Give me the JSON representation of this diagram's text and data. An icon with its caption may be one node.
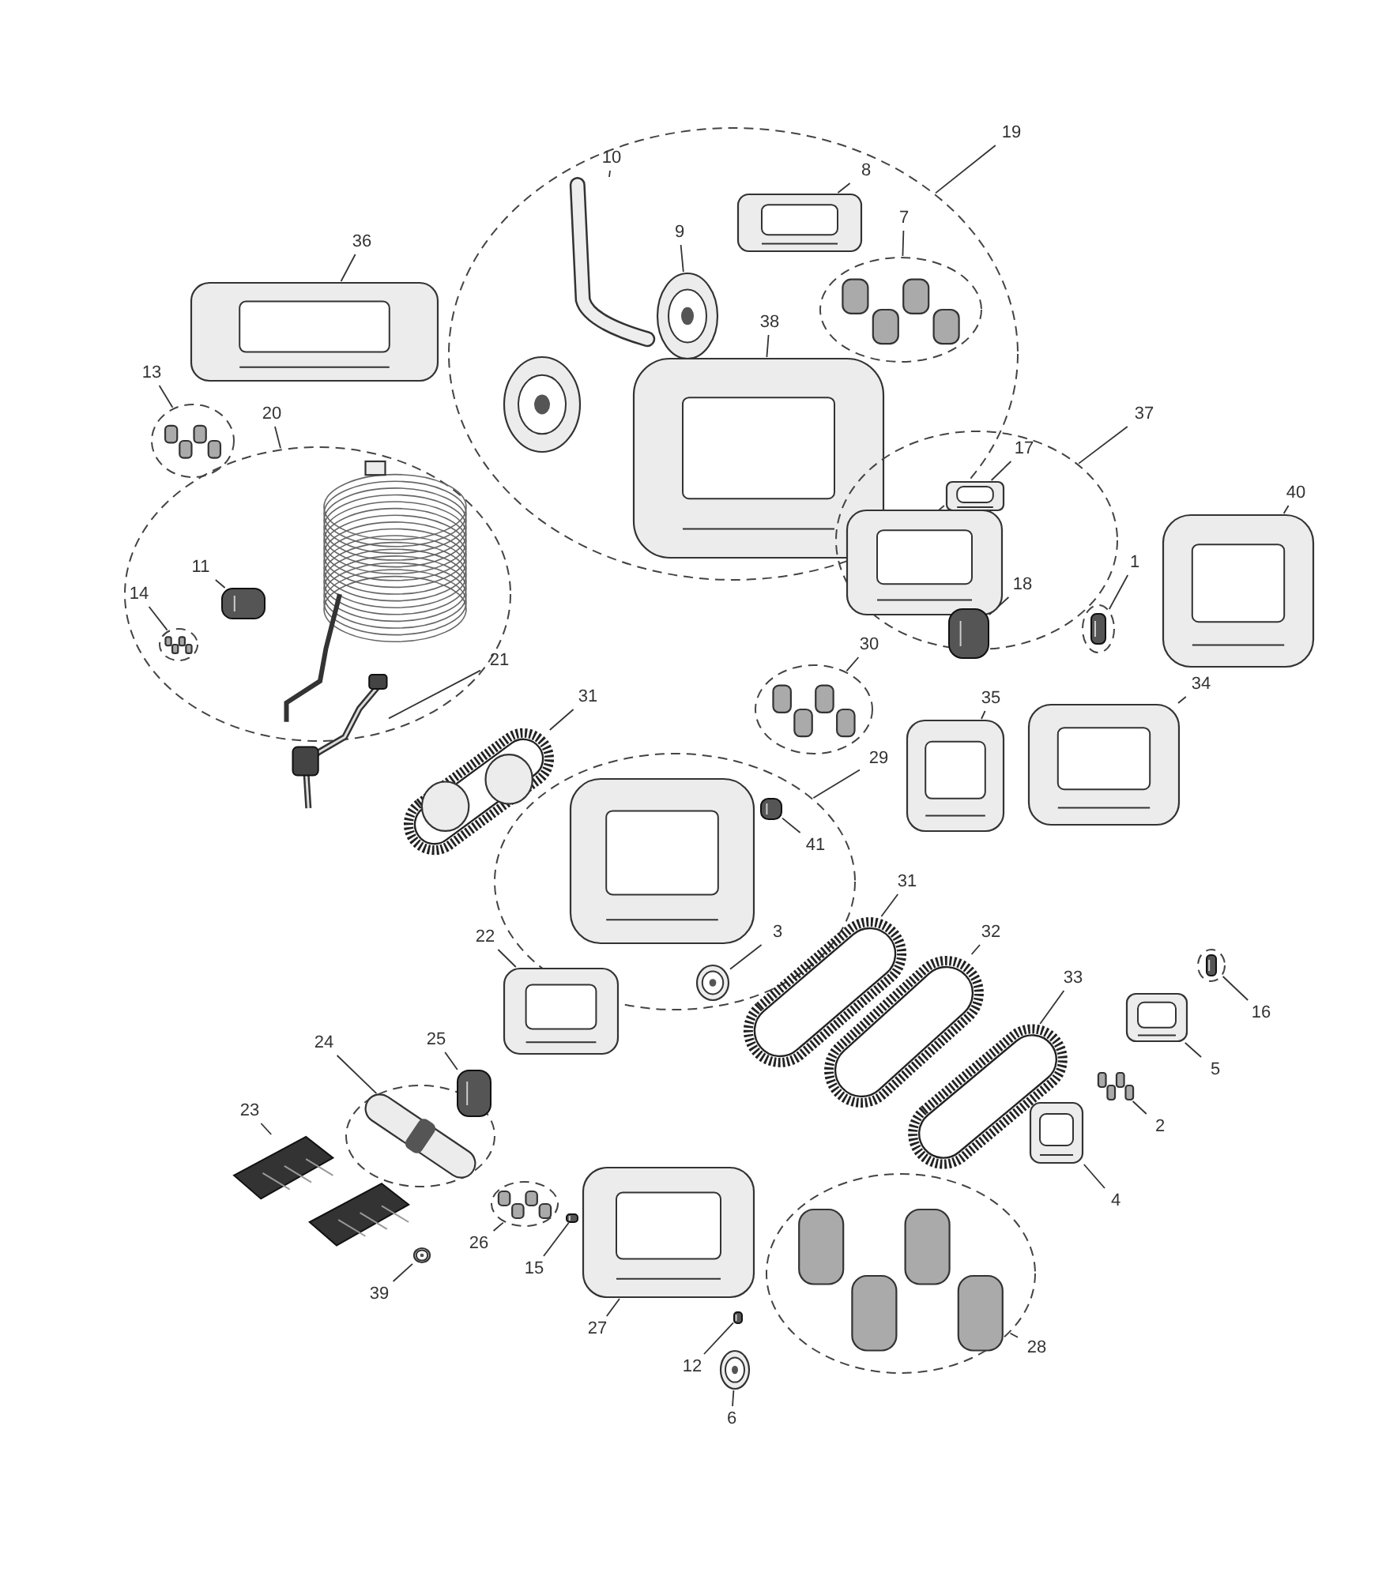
{
  "diagram": {
    "nodes": [
      {
        "text": [
          "19"
        ]
      },
      {
        "text": [],
        "shape": "oval"
      },
      {
        "text": [
          "10"
        ],
        "in": 1
      },
      {
        "text": [],
        "shape": "picture",
        "in": 1
      },
      {
        "text": [
          "9"
        ],
        "in": 1
      },
      {
        "text": [],
        "shape": "picture",
        "in": 1
      },
      {
        "text": [],
        "shape": "picture",
        "in": 1
      },
      {
        "text": [
          "8"
        ],
        "in": 1
      },
      {
        "text": [],
        "shape": "picture",
        "in": 1
      },
      {
        "text": [
          "7"
        ],
        "in": 1
      },
      {
        "text": [],
        "shape": "oval",
        "in": 1
      },
      {
        "text": [],
        "shape": "picture",
        "in": 10
      },
      {
        "text": [
          "38"
        ],
        "in": 1
      },
      {
        "text": [],
        "shape": "picture",
        "in": 1
      },
      {
        "text": [
          "36"
        ]
      },
      {
        "text": [],
        "shape": "picture"
      },
      {
        "text": [
          "13"
        ]
      },
      {
        "text": [],
        "shape": "oval"
      },
      {
        "text": [],
        "shape": "picture",
        "in": 17
      },
      {
        "text": [
          "20"
        ]
      },
      {
        "text": [],
        "shape": "oval"
      },
      {
        "text": [],
        "shape": "picture",
        "in": 20
      },
      {
        "text": [
          "11"
        ],
        "in": 20
      },
      {
        "text": [],
        "shape": "box",
        "in": 20
      },
      {
        "text": [
          "14"
        ],
        "in": 20
      },
      {
        "text": [],
        "shape": "oval",
        "in": 20
      },
      {
        "text": [],
        "shape": "picture",
        "in": 25
      },
      {
        "text": [
          "21"
        ]
      },
      {
        "text": [],
        "shape": "picture"
      },
      {
        "text": [
          "37"
        ]
      },
      {
        "text": [],
        "shape": "oval"
      },
      {
        "text": [
          "17"
        ],
        "in": 30
      },
      {
        "text": [],
        "shape": "picture",
        "in": 30
      },
      {
        "text": [],
        "shape": "picture",
        "in": 30
      },
      {
        "text": [
          "18"
        ],
        "in": 30
      },
      {
        "text": [],
        "shape": "box",
        "in": 30
      },
      {
        "text": [
          "1"
        ]
      },
      {
        "text": [],
        "shape": "oval"
      },
      {
        "text": [],
        "shape": "box",
        "in": 37
      },
      {
        "text": [
          "40"
        ]
      },
      {
        "text": [],
        "shape": "picture"
      },
      {
        "text": [
          "30"
        ]
      },
      {
        "text": [],
        "shape": "oval"
      },
      {
        "text": [],
        "shape": "picture",
        "in": 42
      },
      {
        "text": [
          "35"
        ]
      },
      {
        "text": [],
        "shape": "picture"
      },
      {
        "text": [
          "34"
        ]
      },
      {
        "text": [],
        "shape": "picture"
      },
      {
        "text": [
          "31"
        ]
      },
      {
        "text": [],
        "shape": "picture"
      },
      {
        "text": [
          "29"
        ]
      },
      {
        "text": [],
        "shape": "oval"
      },
      {
        "text": [],
        "shape": "picture",
        "in": 51
      },
      {
        "text": [
          "41"
        ],
        "in": 51
      },
      {
        "text": [],
        "shape": "box",
        "in": 51
      },
      {
        "text": [
          "3"
        ]
      },
      {
        "text": [],
        "shape": "picture",
        "in": 51
      },
      {
        "text": [
          "22"
        ]
      },
      {
        "text": [],
        "shape": "picture"
      },
      {
        "text": [
          "31"
        ]
      },
      {
        "text": [],
        "shape": "picture"
      },
      {
        "text": [
          "32"
        ]
      },
      {
        "text": [],
        "shape": "picture"
      },
      {
        "text": [
          "33"
        ]
      },
      {
        "text": [],
        "shape": "picture"
      },
      {
        "text": [
          "16"
        ]
      },
      {
        "text": [],
        "shape": "oval"
      },
      {
        "text": [],
        "shape": "box",
        "in": 66
      },
      {
        "text": [
          "5"
        ]
      },
      {
        "text": [],
        "shape": "picture"
      },
      {
        "text": [
          "2"
        ]
      },
      {
        "text": [],
        "shape": "picture"
      },
      {
        "text": [
          "4"
        ]
      },
      {
        "text": [],
        "shape": "picture"
      },
      {
        "text": [
          "24"
        ]
      },
      {
        "text": [],
        "shape": "oval"
      },
      {
        "text": [],
        "shape": "picture",
        "in": 75
      },
      {
        "text": [
          "25"
        ]
      },
      {
        "text": [],
        "shape": "box"
      },
      {
        "text": [
          "23"
        ]
      },
      {
        "text": [],
        "shape": "picture"
      },
      {
        "text": [
          "26"
        ]
      },
      {
        "text": [],
        "shape": "oval"
      },
      {
        "text": [],
        "shape": "picture",
        "in": 82
      },
      {
        "text": [
          "15"
        ]
      },
      {
        "text": [],
        "shape": "box"
      },
      {
        "text": [
          "39"
        ]
      },
      {
        "text": [],
        "shape": "picture"
      },
      {
        "text": [
          "27"
        ]
      },
      {
        "text": [],
        "shape": "picture"
      },
      {
        "text": [
          "12"
        ]
      },
      {
        "text": [],
        "shape": "box"
      },
      {
        "text": [
          "6"
        ]
      },
      {
        "text": [],
        "shape": "picture"
      },
      {
        "text": [
          "28"
        ]
      },
      {
        "text": [],
        "shape": "oval"
      },
      {
        "text": [],
        "shape": "picture",
        "in": 95
      }
    ],
    "edges": [
      {
        "from": 0,
        "to": 1,
        "arrow": "none"
      },
      {
        "from": 2,
        "to": 3,
        "arrow": "none"
      },
      {
        "from": 4,
        "to": 5,
        "arrow": "none"
      },
      {
        "from": 7,
        "to": 8,
        "arrow": "none"
      },
      {
        "from": 9,
        "to": 10,
        "arrow": "none"
      },
      {
        "from": 12,
        "to": 13,
        "arrow": "none"
      },
      {
        "from": 14,
        "to": 15,
        "arrow": "none"
      },
      {
        "from": 16,
        "to": 17,
        "arrow": "none"
      },
      {
        "from": 19,
        "to": 20,
        "arrow": "none"
      },
      {
        "from": 22,
        "to": 23,
        "arrow": "none"
      },
      {
        "from": 24,
        "to": 25,
        "arrow": "none"
      },
      {
        "from": 27,
        "to": 28,
        "arrow": "none"
      },
      {
        "from": 29,
        "to": 30,
        "arrow": "none"
      },
      {
        "from": 31,
        "to": 32,
        "arrow": "none"
      },
      {
        "from": 34,
        "to": 35,
        "arrow": "none"
      },
      {
        "from": 36,
        "to": 37,
        "arrow": "none"
      },
      {
        "from": 39,
        "to": 40,
        "arrow": "none"
      },
      {
        "from": 41,
        "to": 42,
        "arrow": "none"
      },
      {
        "from": 44,
        "to": 45,
        "arrow": "none"
      },
      {
        "from": 46,
        "to": 47,
        "arrow": "none"
      },
      {
        "from": 48,
        "to": 49,
        "arrow": "none"
      },
      {
        "from": 50,
        "to": 51,
        "arrow": "none"
      },
      {
        "from": 53,
        "to": 54,
        "arrow": "none"
      },
      {
        "from": 55,
        "to": 56,
        "arrow": "none"
      },
      {
        "from": 57,
        "to": 58,
        "arrow": "none"
      },
      {
        "from": 59,
        "to": 60,
        "arrow": "none"
      },
      {
        "from": 61,
        "to": 62,
        "arrow": "none"
      },
      {
        "from": 63,
        "to": 64,
        "arrow": "none"
      },
      {
        "from": 65,
        "to": 66,
        "arrow": "none"
      },
      {
        "from": 68,
        "to": 69,
        "arrow": "none"
      },
      {
        "from": 70,
        "to": 71,
        "arrow": "none"
      },
      {
        "from": 72,
        "to": 73,
        "arrow": "none"
      },
      {
        "from": 74,
        "to": 75,
        "arrow": "none"
      },
      {
        "from": 77,
        "to": 78,
        "arrow": "none"
      },
      {
        "from": 79,
        "to": 80,
        "arrow": "none"
      },
      {
        "from": 81,
        "to": 82,
        "arrow": "none"
      },
      {
        "from": 84,
        "to": 85,
        "arrow": "none"
      },
      {
        "from": 86,
        "to": 87,
        "arrow": "none"
      },
      {
        "from": 88,
        "to": 89,
        "arrow": "none"
      },
      {
        "from": 90,
        "to": 91,
        "arrow": "none"
      },
      {
        "from": 92,
        "to": 93,
        "arrow": "none"
      },
      {
        "from": 94,
        "to": 95,
        "arrow": "none"
      }
    ]
  }
}
